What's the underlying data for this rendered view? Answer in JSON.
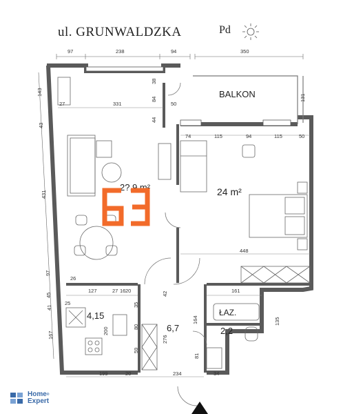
{
  "header": {
    "street": "ul. GRUNWALDZKA",
    "orientation": "Pd"
  },
  "rooms": {
    "balcony": "BALKON",
    "living_partial": "2?,9 m²",
    "bedroom": "24 m²",
    "kitchen": "4,15",
    "hall": "6,7",
    "bathroom_label": "ŁAZ.",
    "bathroom_area": "2,2"
  },
  "dims": {
    "top_97": "97",
    "top_238": "238",
    "top_94": "94",
    "top_350": "350",
    "left_143": "143",
    "left_43": "43",
    "left_431": "431",
    "left_97": "97",
    "left_45": "45",
    "left_41": "41",
    "left_167": "167",
    "r_27": "27",
    "r_331": "331",
    "r_50a": "50",
    "r_38": "38",
    "r_84": "84",
    "r_44": "44",
    "b_74": "74",
    "b_115a": "115",
    "b_94": "94",
    "b_115b": "115",
    "b_50": "50",
    "b_131": "131",
    "r_448": "448",
    "r_161": "161",
    "r_135": "135",
    "r_164": "164",
    "k_127": "127",
    "k_27": "27",
    "k_16": "16",
    "k_20": "20",
    "k_35": "35",
    "k_42": "42",
    "k_25": "25",
    "k_200": "200",
    "k_80": "80",
    "k_59": "59",
    "k_276": "276",
    "k_81": "81",
    "k_26": "26",
    "bot_199": "199",
    "bot_20": "20",
    "bot_234": "234",
    "bot_34": "34"
  },
  "logo": {
    "line1": "Home",
    "line2": "Expert",
    "registered": "®"
  },
  "colors": {
    "wall": "#5a5a5a",
    "logo_blue": "#3a6aa8",
    "watermark_orange": "#f26b2a"
  }
}
